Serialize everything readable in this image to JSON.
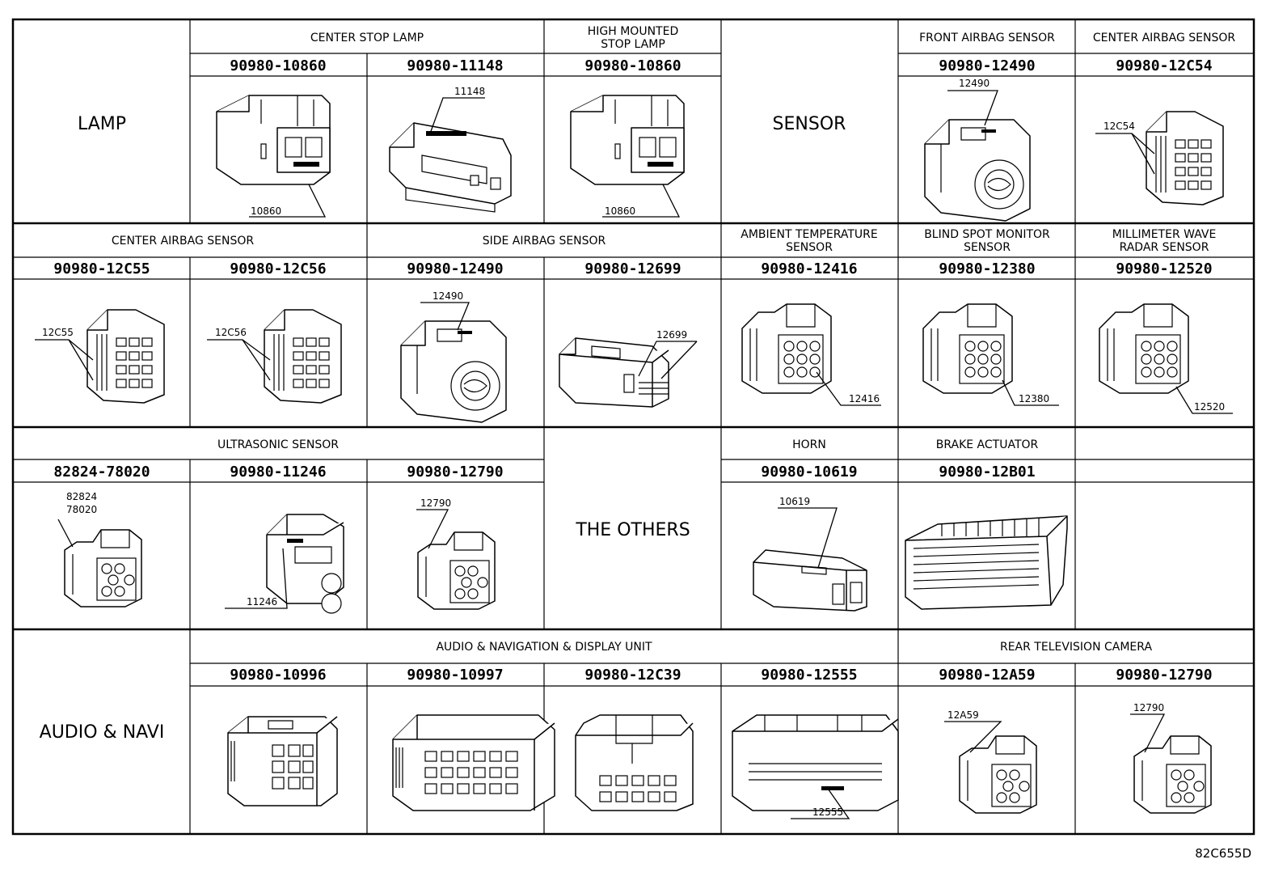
{
  "group_labels": {
    "lamp": "LAMP",
    "sensor": "SENSOR",
    "the_others": "THE OTHERS",
    "audio_navi": "AUDIO & NAVI"
  },
  "captions": {
    "center_stop_lamp": "CENTER STOP LAMP",
    "high_mounted_stop_lamp_1": "HIGH MOUNTED",
    "high_mounted_stop_lamp_2": "STOP LAMP",
    "front_airbag_sensor": "FRONT AIRBAG SENSOR",
    "center_airbag_sensor_top": "CENTER AIRBAG SENSOR",
    "center_airbag_sensor_row2": "CENTER AIRBAG SENSOR",
    "side_airbag_sensor": "SIDE AIRBAG SENSOR",
    "ambient_temperature_sensor_1": "AMBIENT TEMPERATURE",
    "ambient_temperature_sensor_2": "SENSOR",
    "blind_spot_monitor_sensor_1": "BLIND SPOT MONITOR",
    "blind_spot_monitor_sensor_2": "SENSOR",
    "millimeter_wave_radar_sensor_1": "MILLIMETER WAVE",
    "millimeter_wave_radar_sensor_2": "RADAR SENSOR",
    "ultrasonic_sensor": "ULTRASONIC SENSOR",
    "horn": "HORN",
    "brake_actuator": "BRAKE ACTUATOR",
    "audio_navigation_display_unit": "AUDIO & NAVIGATION & DISPLAY UNIT",
    "rear_television_camera": "REAR TELEVISION CAMERA"
  },
  "part_numbers": {
    "r1c1": "90980-10860",
    "r1c2": "90980-11148",
    "r1c3": "90980-10860",
    "r1c5": "90980-12490",
    "r1c6": "90980-12C54",
    "r2c0": "90980-12C55",
    "r2c1": "90980-12C56",
    "r2c2": "90980-12490",
    "r2c3": "90980-12699",
    "r2c4": "90980-12416",
    "r2c5": "90980-12380",
    "r2c6": "90980-12520",
    "r3c0": "82824-78020",
    "r3c1": "90980-11246",
    "r3c2": "90980-12790",
    "r3c4": "90980-10619",
    "r3c5": "90980-12B01",
    "r4c1": "90980-10996",
    "r4c2": "90980-10997",
    "r4c3": "90980-12C39",
    "r4c4": "90980-12555",
    "r4c5": "90980-12A59",
    "r4c6": "90980-12790"
  },
  "callouts": {
    "r1c1": "10860",
    "r1c2": "11148",
    "r1c3": "10860",
    "r1c5": "12490",
    "r1c6": "12C54",
    "r2c0": "12C55",
    "r2c1": "12C56",
    "r2c2": "12490",
    "r2c3": "12699",
    "r2c4": "12416",
    "r2c5": "12380",
    "r2c6": "12520",
    "r3c0_1": "82824",
    "r3c0_2": "78020",
    "r3c1": "11246",
    "r3c2": "12790",
    "r3c4": "10619",
    "r4c4": "12555",
    "r4c5": "12A59",
    "r4c6": "12790"
  },
  "figure_code": "82C655D",
  "icons": [
    "connector-drawing-icon",
    "leader-line-icon"
  ]
}
